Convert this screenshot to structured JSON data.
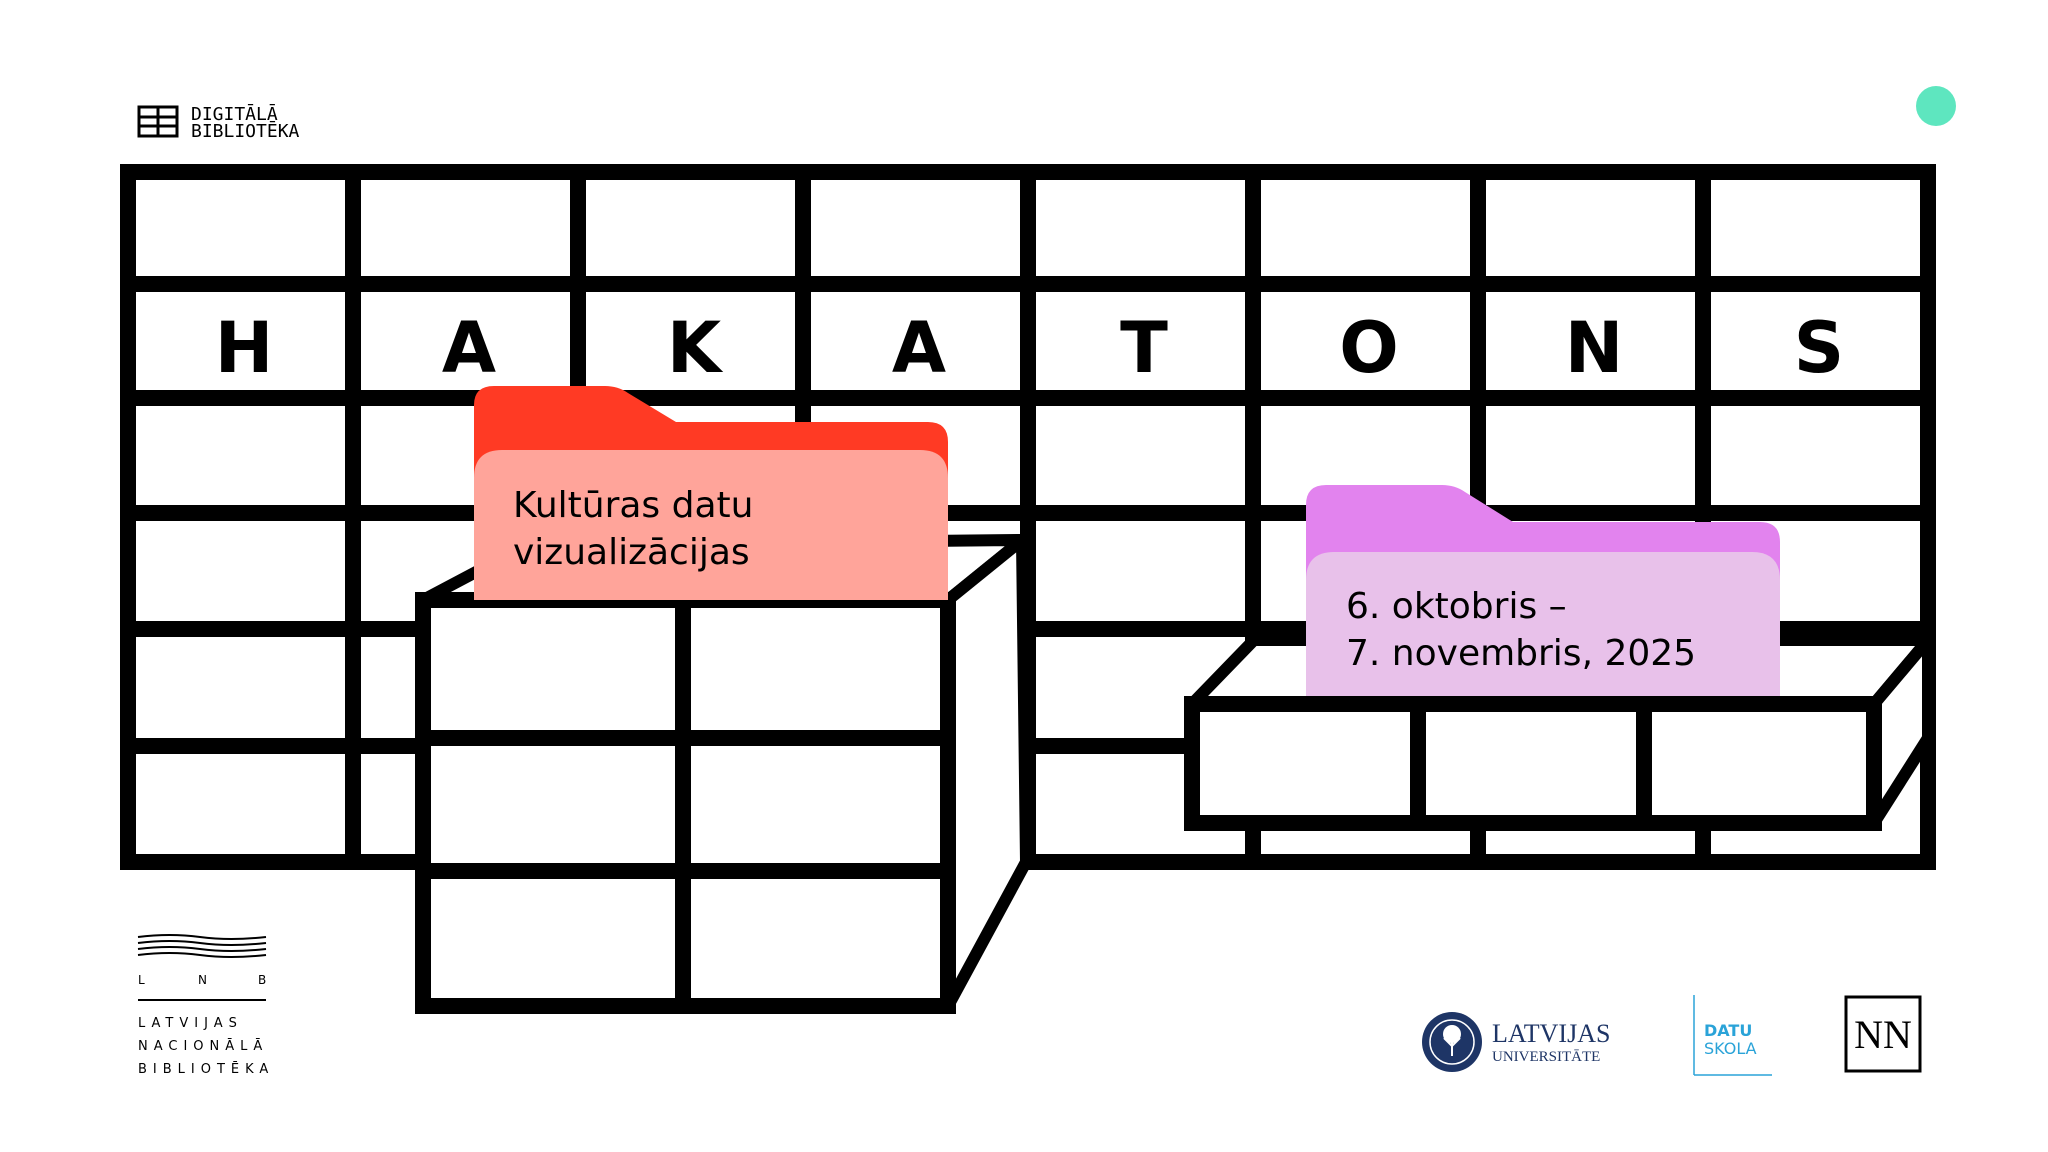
{
  "brand": {
    "name_line1": "DIGITĀLĀ",
    "name_line2": "BIBLIOTĒKA"
  },
  "title_letters": [
    "H",
    "A",
    "K",
    "A",
    "T",
    "O",
    "N",
    "S"
  ],
  "folder_left": {
    "line1": "Kultūras datu",
    "line2": "vizualizācijas"
  },
  "folder_right": {
    "line1": "6. oktobris –",
    "line2": "7. novembris, 2025"
  },
  "lnb": {
    "short_l": "L",
    "short_n": "N",
    "short_b": "B",
    "line1": "LATVIJAS",
    "line2": "NACIONĀLĀ",
    "line3": "BIBLIOTĒKA"
  },
  "partners": {
    "lu_line1": "LATVIJAS",
    "lu_line2": "UNIVERSITĀTE",
    "datu_line1": "DATU",
    "datu_line2": "SKOLA",
    "nn": "NN"
  },
  "colors": {
    "accent_dot": "#5ee6bf",
    "folder_left_back": "#ff3a24",
    "folder_left_front": "#ffa49a",
    "folder_right_back": "#e283ee",
    "folder_right_front": "#e8c1ea",
    "datu_blue": "#2aa3d8",
    "lu_navy": "#1e3566"
  }
}
